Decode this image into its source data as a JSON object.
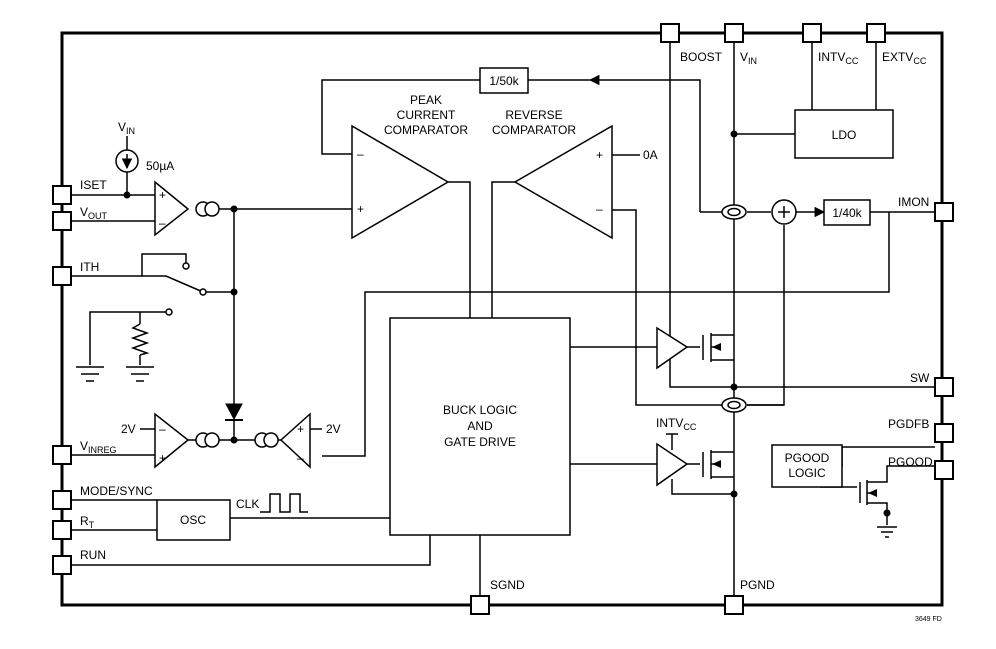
{
  "diagram": {
    "figure_code": "3649 FD",
    "pins": {
      "boost": "BOOST",
      "vin_main": "V",
      "vin_sub": "IN",
      "intvcc_main": "INTV",
      "intvcc_sub": "CC",
      "extvcc_main": "EXTV",
      "extvcc_sub": "CC",
      "iset": "ISET",
      "vout_main": "V",
      "vout_sub": "OUT",
      "ith": "ITH",
      "vinreg_main": "V",
      "vinreg_sub": "INREG",
      "mode_sync": "MODE/SYNC",
      "rt_main": "R",
      "rt_sub": "T",
      "run": "RUN",
      "sgnd": "SGND",
      "pgnd": "PGND",
      "imon": "IMON",
      "sw": "SW",
      "pgdfb": "PGDFB",
      "pgood": "PGOOD"
    },
    "blocks": {
      "divider_50k": "1/50k",
      "divider_40k": "1/40k",
      "ldo": "LDO",
      "osc": "OSC",
      "buck_logic_line1": "BUCK LOGIC",
      "buck_logic_line2": "AND",
      "buck_logic_line3": "GATE DRIVE",
      "pgood_logic_line1": "PGOOD",
      "pgood_logic_line2": "LOGIC"
    },
    "labels": {
      "peak_line1": "PEAK",
      "peak_line2": "CURRENT",
      "peak_line3": "COMPARATOR",
      "reverse_line1": "REVERSE",
      "reverse_line2": "COMPARATOR",
      "zero_amp": "0A",
      "current_source": "50µA",
      "vin_source_main": "V",
      "vin_source_sub": "IN",
      "ref_2v_left": "2V",
      "ref_2v_right": "2V",
      "clk": "CLK",
      "intvcc_gate_main": "INTV",
      "intvcc_gate_sub": "CC",
      "plus": "+",
      "minus": "–"
    }
  }
}
